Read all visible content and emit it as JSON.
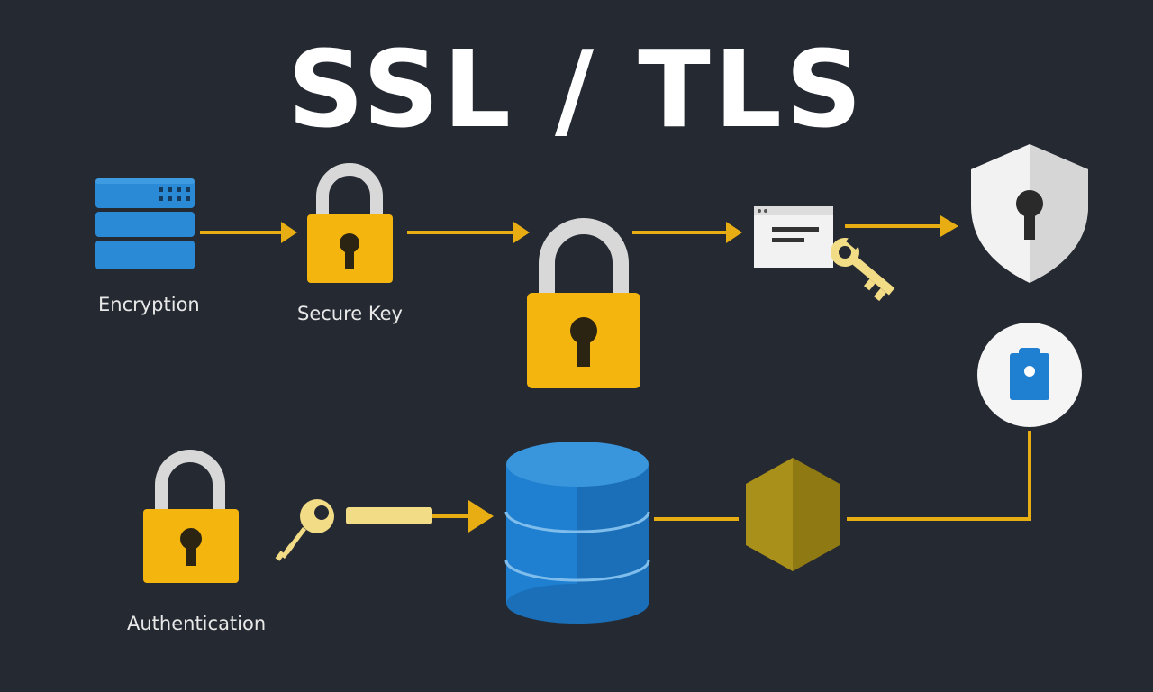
{
  "title": "SSL / TLS",
  "labels": {
    "encryption": "Encryption",
    "secure_key": "Secure Key",
    "authentication": "Authentication"
  },
  "colors": {
    "background": "#252932",
    "lock_body": "#f5b50f",
    "lock_shackle": "#d8d8d8",
    "connector": "#e7ad12",
    "server_blue": "#2a8ad6",
    "database_blue": "#1f7fd0",
    "shield": "#f2f2f2",
    "hexagon": "#a9901a",
    "key": "#f2dc86",
    "title": "#ffffff"
  },
  "icons": [
    "server-icon",
    "padlock-icon",
    "certificate-window-icon",
    "wrench-key-icon",
    "shield-keyhole-icon",
    "lock-badge-icon",
    "key-icon",
    "database-icon",
    "hexagon-icon"
  ]
}
